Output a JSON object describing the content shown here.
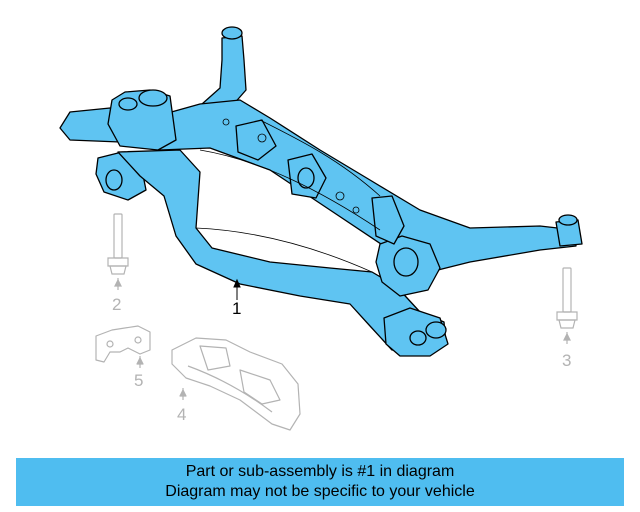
{
  "callouts": {
    "part1": "1",
    "part2": "2",
    "part3": "3",
    "part4": "4",
    "part5": "5"
  },
  "banner": {
    "line1": "Part or sub-assembly is #1 in diagram",
    "line2": "Diagram may not be specific to your vehicle"
  },
  "colors": {
    "highlight": "#4fbdf0",
    "part_fill": "#5fc4f2",
    "outline": "#000000",
    "ghost": "#b3b3b3"
  }
}
